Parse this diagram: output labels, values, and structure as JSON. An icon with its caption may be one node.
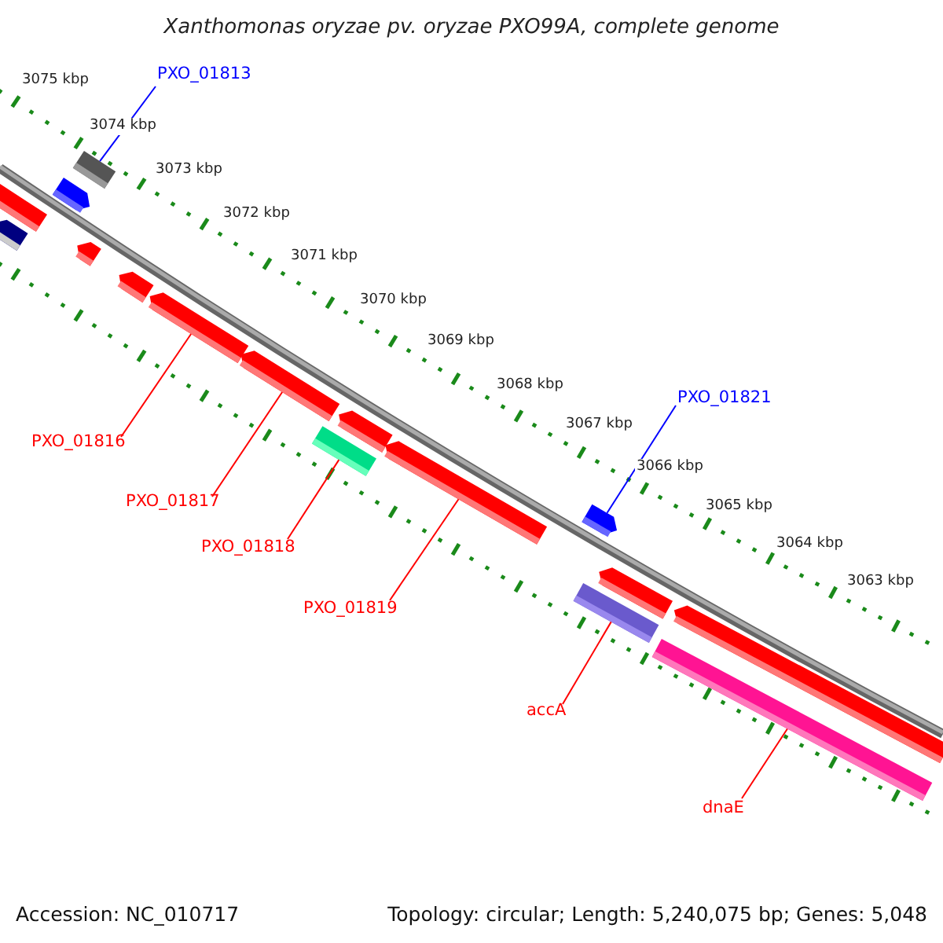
{
  "diagram": {
    "title": "Xanthomonas oryzae pv. oryzae PXO99A, complete genome",
    "nodes": [
      {
        "text": [
          "PXO_01813"
        ]
      },
      {
        "text": [],
        "shape": "bar"
      },
      {
        "text": [
          "PXO_01816"
        ]
      },
      {
        "text": [],
        "shape": "bar"
      },
      {
        "text": [
          "PXO_01817"
        ]
      },
      {
        "text": [],
        "shape": "bar"
      },
      {
        "text": [
          "PXO_01818"
        ]
      },
      {
        "text": [],
        "shape": "bar"
      },
      {
        "text": [
          "PXO_01819"
        ]
      },
      {
        "text": [],
        "shape": "bar"
      },
      {
        "text": [
          "PXO_01821"
        ]
      },
      {
        "text": [],
        "shape": "bar"
      },
      {
        "text": [
          "accA"
        ]
      },
      {
        "text": [],
        "shape": "bar"
      },
      {
        "text": [
          "dnaE"
        ]
      },
      {
        "text": [],
        "shape": "bar"
      },
      {
        "text": [],
        "shape": "bar"
      },
      {
        "text": [],
        "shape": "bar"
      },
      {
        "text": [],
        "shape": "bar"
      },
      {
        "text": [],
        "shape": "bar"
      },
      {
        "text": [],
        "shape": "bar"
      },
      {
        "text": [],
        "shape": "bar"
      },
      {
        "text": [],
        "shape": "bar"
      },
      {
        "text": [],
        "shape": "bar"
      }
    ],
    "edges": [
      {
        "from": 0,
        "to": 1,
        "arrow": "none",
        "color": "#0000ff"
      },
      {
        "from": 2,
        "to": 3,
        "arrow": "none"
      },
      {
        "from": 4,
        "to": 5,
        "arrow": "none"
      },
      {
        "from": 6,
        "to": 7,
        "arrow": "none"
      },
      {
        "from": 8,
        "to": 9,
        "arrow": "none"
      },
      {
        "from": 10,
        "to": 11,
        "arrow": "none",
        "color": "#0000ff"
      },
      {
        "from": 12,
        "to": 13,
        "arrow": "none"
      },
      {
        "from": 14,
        "to": 15,
        "arrow": "none"
      }
    ],
    "labels": [
      "3075 kbp",
      "3074 kbp",
      "3073 kbp",
      "3072 kbp",
      "3071 kbp",
      "3070 kbp",
      "3069 kbp",
      "3068 kbp",
      "3067 kbp",
      "3066 kbp",
      "3065 kbp",
      "3064 kbp",
      "3063 kbp",
      "Accession: NC_010717",
      "Topology: circular; Length: 5,240,075 bp; Genes: 5,048"
    ]
  }
}
